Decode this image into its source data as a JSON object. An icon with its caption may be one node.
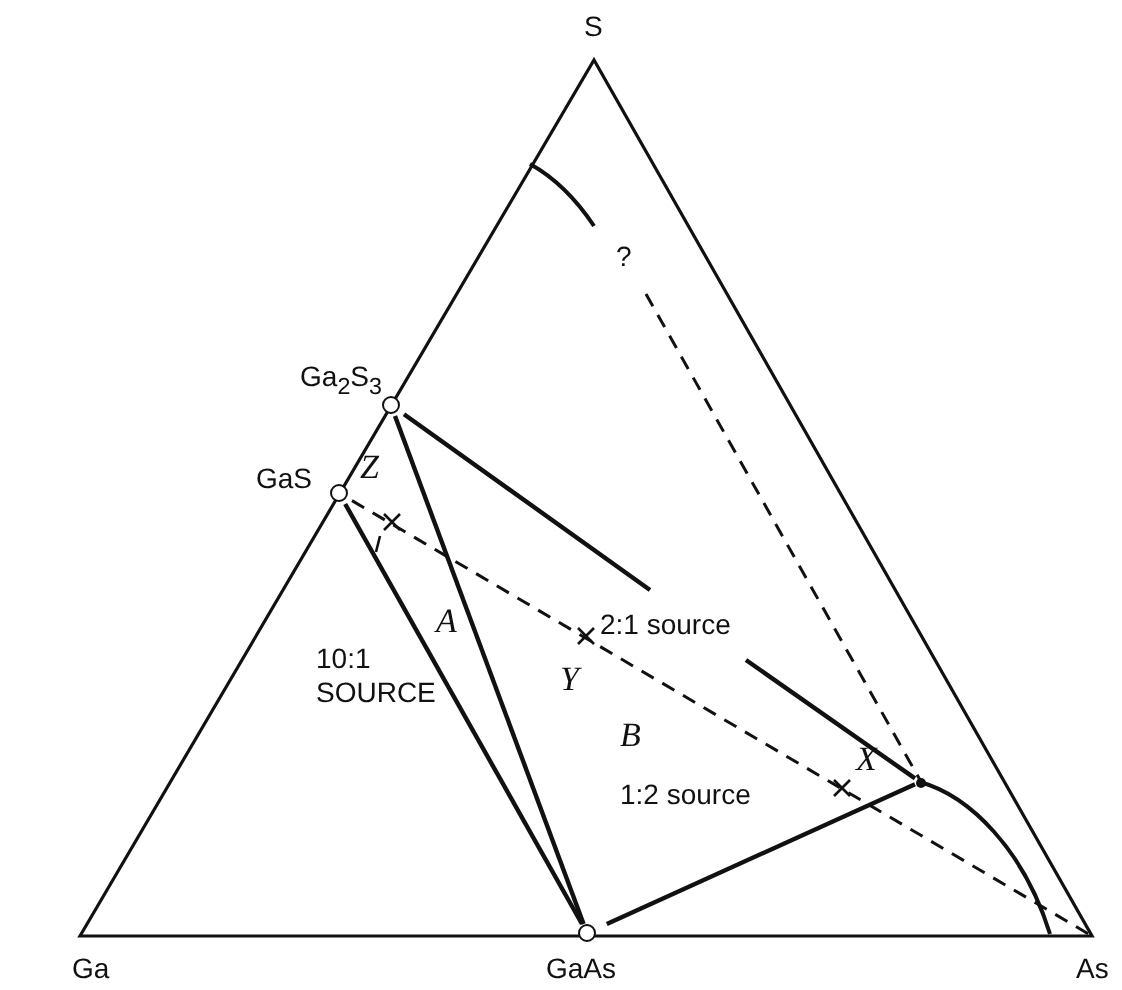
{
  "diagram": {
    "nodes": [
      {
        "text": [
          "Ga$_{2}$S$_{3}$"
        ]
      },
      {
        "text": [
          "GaS"
        ]
      },
      {
        "text": [
          "GaAs"
        ]
      },
      {
        "text": [],
        "shape": "circle"
      }
    ],
    "edges": [
      {
        "from": 1,
        "to": 2,
        "arrow": "none"
      },
      {
        "from": 0,
        "to": 2,
        "arrow": "none"
      },
      {
        "from": 1,
        "to": null,
        "arrow": "none",
        "style": "dashed"
      },
      {
        "from": 0,
        "to": null,
        "arrow": "none"
      },
      {
        "from": 2,
        "to": 3,
        "arrow": "none"
      },
      {
        "from": null,
        "to": 3,
        "arrow": "none"
      }
    ],
    "labels": [
      "S",
      "Ga",
      "As",
      "?",
      "Z",
      "A",
      "Y",
      "2:1 source",
      "10:1 SOURCE",
      "B",
      "1:2 source",
      "X"
    ]
  }
}
